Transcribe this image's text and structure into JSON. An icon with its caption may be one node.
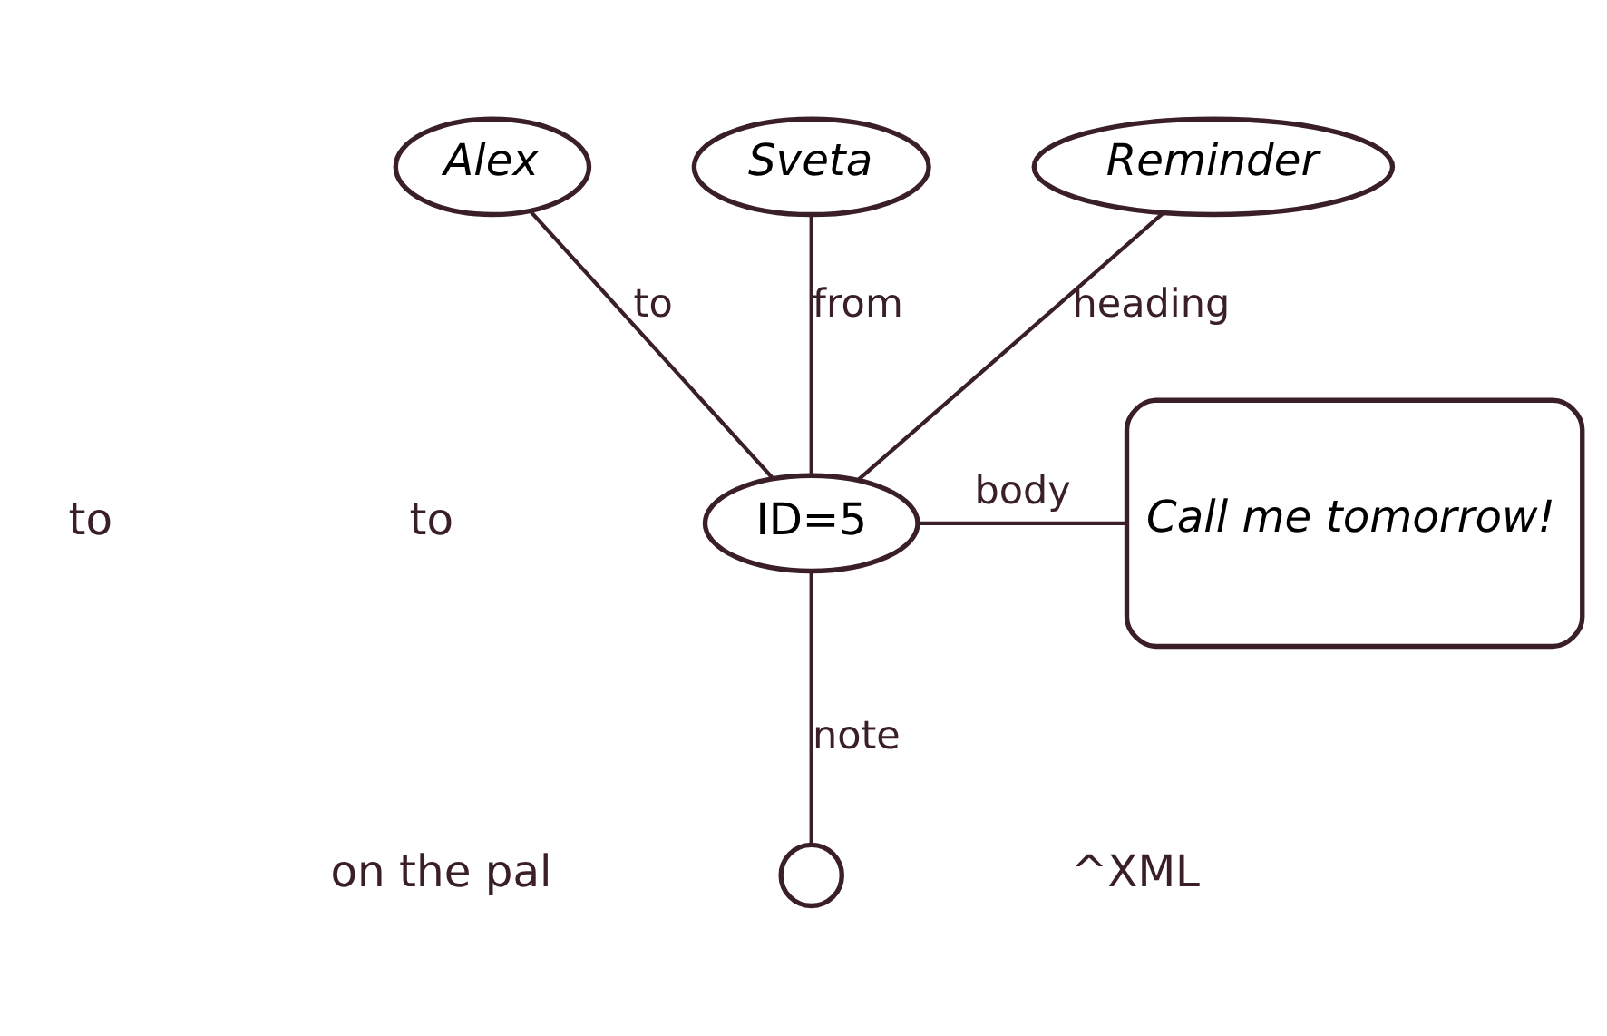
{
  "diagram": {
    "nodes": [
      {
        "text": [
          "Alex"
        ]
      },
      {
        "text": [
          "Sveta"
        ]
      },
      {
        "text": [
          "Reminder"
        ]
      },
      {
        "text": [
          "Call me tomorrow!"
        ]
      },
      {
        "text": [
          "ID=5"
        ]
      },
      {
        "text": [],
        "shape": "circle"
      }
    ],
    "edges": [
      {
        "from": 0,
        "to": 4,
        "arrow": "none",
        "label": "to"
      },
      {
        "from": 1,
        "to": 4,
        "arrow": "none",
        "label": "from"
      },
      {
        "from": 2,
        "to": 4,
        "arrow": "none",
        "label": "heading"
      },
      {
        "from": 4,
        "to": 3,
        "arrow": "none",
        "label": "body"
      },
      {
        "from": 4,
        "to": 5,
        "arrow": "none",
        "label": "note"
      }
    ],
    "labels": [
      "to",
      "to",
      "on the pal",
      "^XML"
    ]
  }
}
